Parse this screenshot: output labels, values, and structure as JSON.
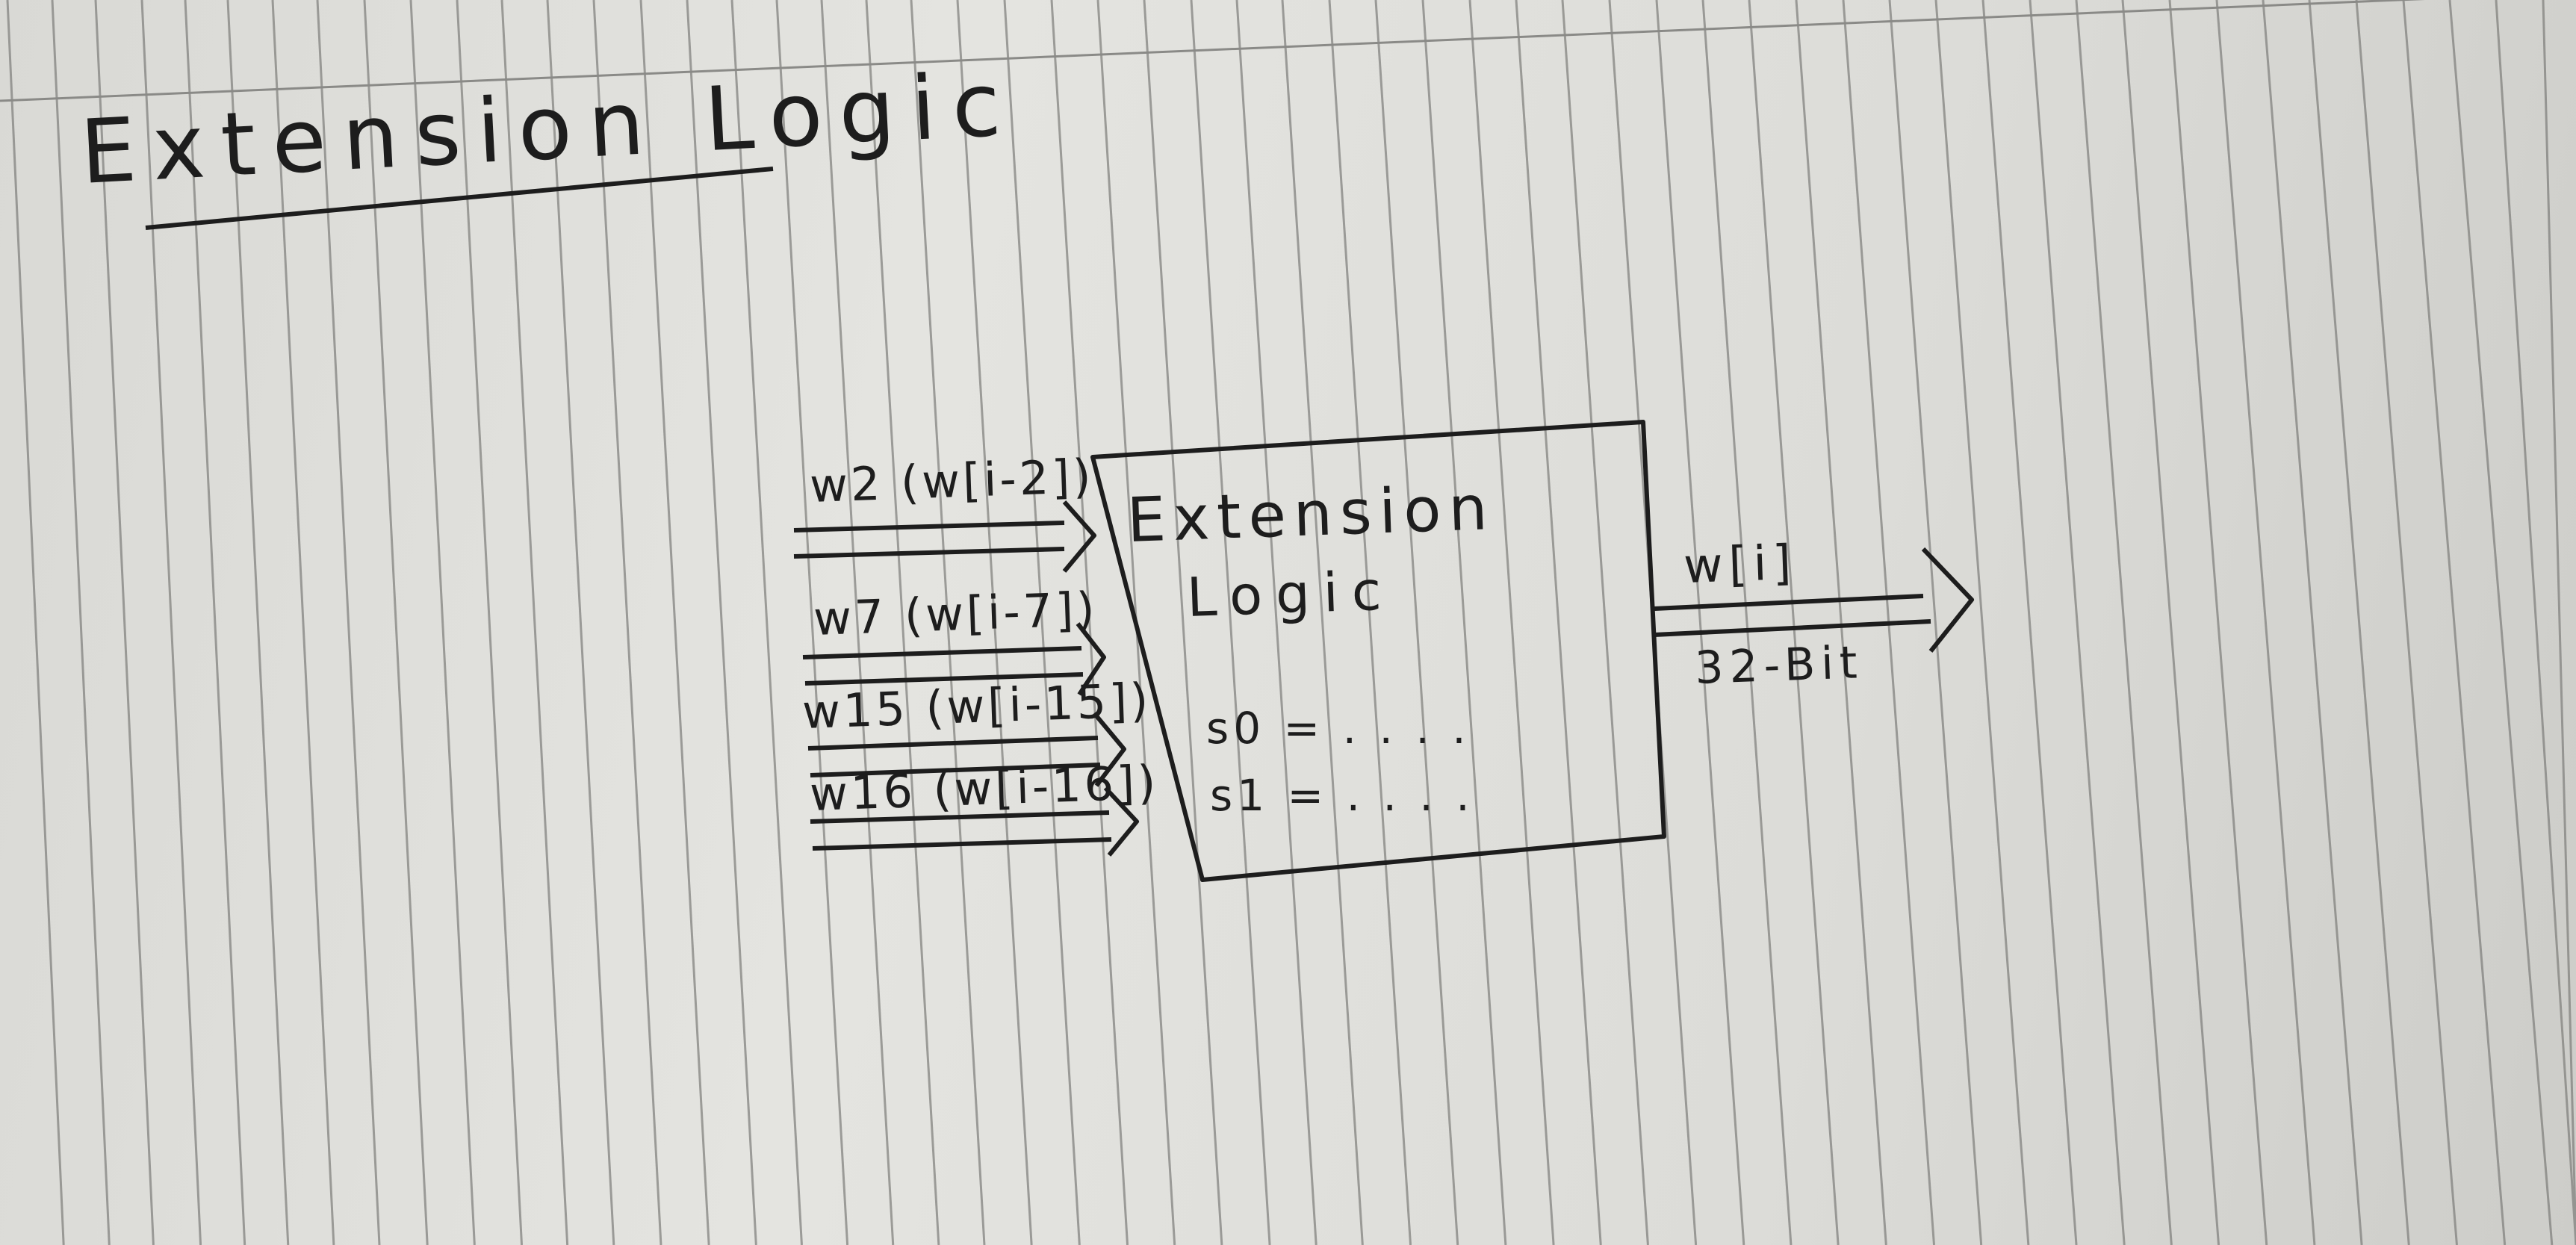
{
  "page": {
    "title": "Extension Logic"
  },
  "block": {
    "line1": "Extension",
    "line2": "Logic",
    "s0": "s0 = . . . .",
    "s1": "s1 = . . . ."
  },
  "inputs": [
    {
      "label": "w2 (w[i-2])"
    },
    {
      "label": "w7 (w[i-7])"
    },
    {
      "label": "w15 (w[i-15])"
    },
    {
      "label": "w16 (w[i-16])"
    }
  ],
  "output": {
    "label": "w[i]",
    "width": "32-Bit"
  },
  "colors": {
    "ink": "#1d1d1d",
    "paper": "#e2e2de",
    "rule": "#7d7d7a"
  }
}
